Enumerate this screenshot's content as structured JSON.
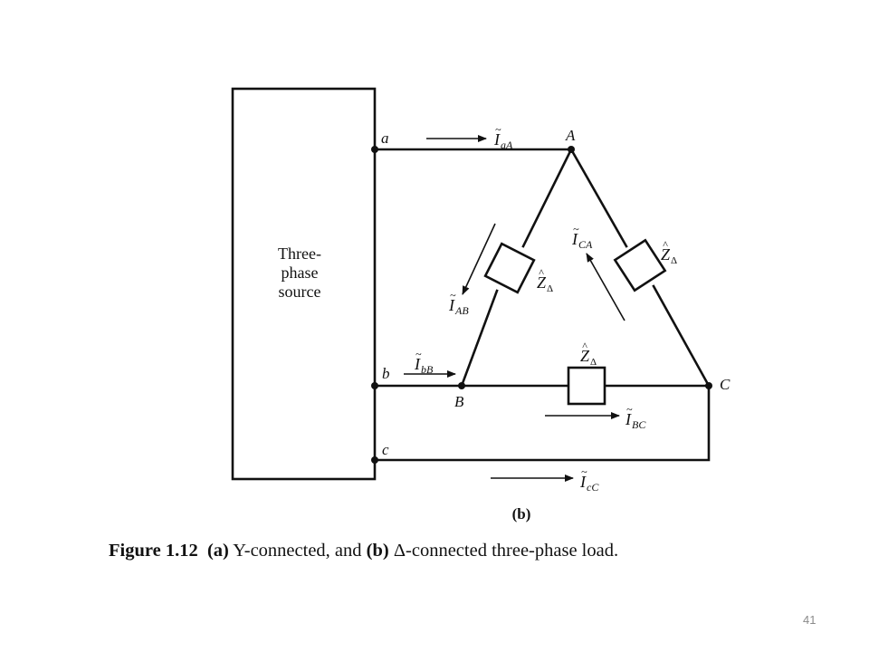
{
  "figure": {
    "source_label_lines": [
      "Three-",
      "phase",
      "source"
    ],
    "source_terminals": [
      "a",
      "b",
      "c"
    ],
    "load_nodes": [
      "A",
      "B",
      "C"
    ],
    "currents": {
      "aA": {
        "symbol": "I",
        "sub": "aA"
      },
      "bB": {
        "symbol": "I",
        "sub": "bB"
      },
      "cC": {
        "symbol": "I",
        "sub": "cC"
      },
      "AB": {
        "symbol": "I",
        "sub": "AB"
      },
      "BC": {
        "symbol": "I",
        "sub": "BC"
      },
      "CA": {
        "symbol": "I",
        "sub": "CA"
      }
    },
    "impedance": {
      "symbol": "Z",
      "sub": "Δ"
    },
    "tilde": "~",
    "hat": "^",
    "subfigure_label": "(b)"
  },
  "caption": {
    "figure_number": "Figure 1.12",
    "part_a_tag": "(a)",
    "part_a_text": " Y-connected, and ",
    "part_b_tag": "(b)",
    "part_b_text": " Δ-connected three-phase load."
  },
  "slide": {
    "page_number": "41"
  },
  "colors": {
    "ink": "#111111",
    "background": "#ffffff",
    "page_number": "#8a8a8a"
  }
}
